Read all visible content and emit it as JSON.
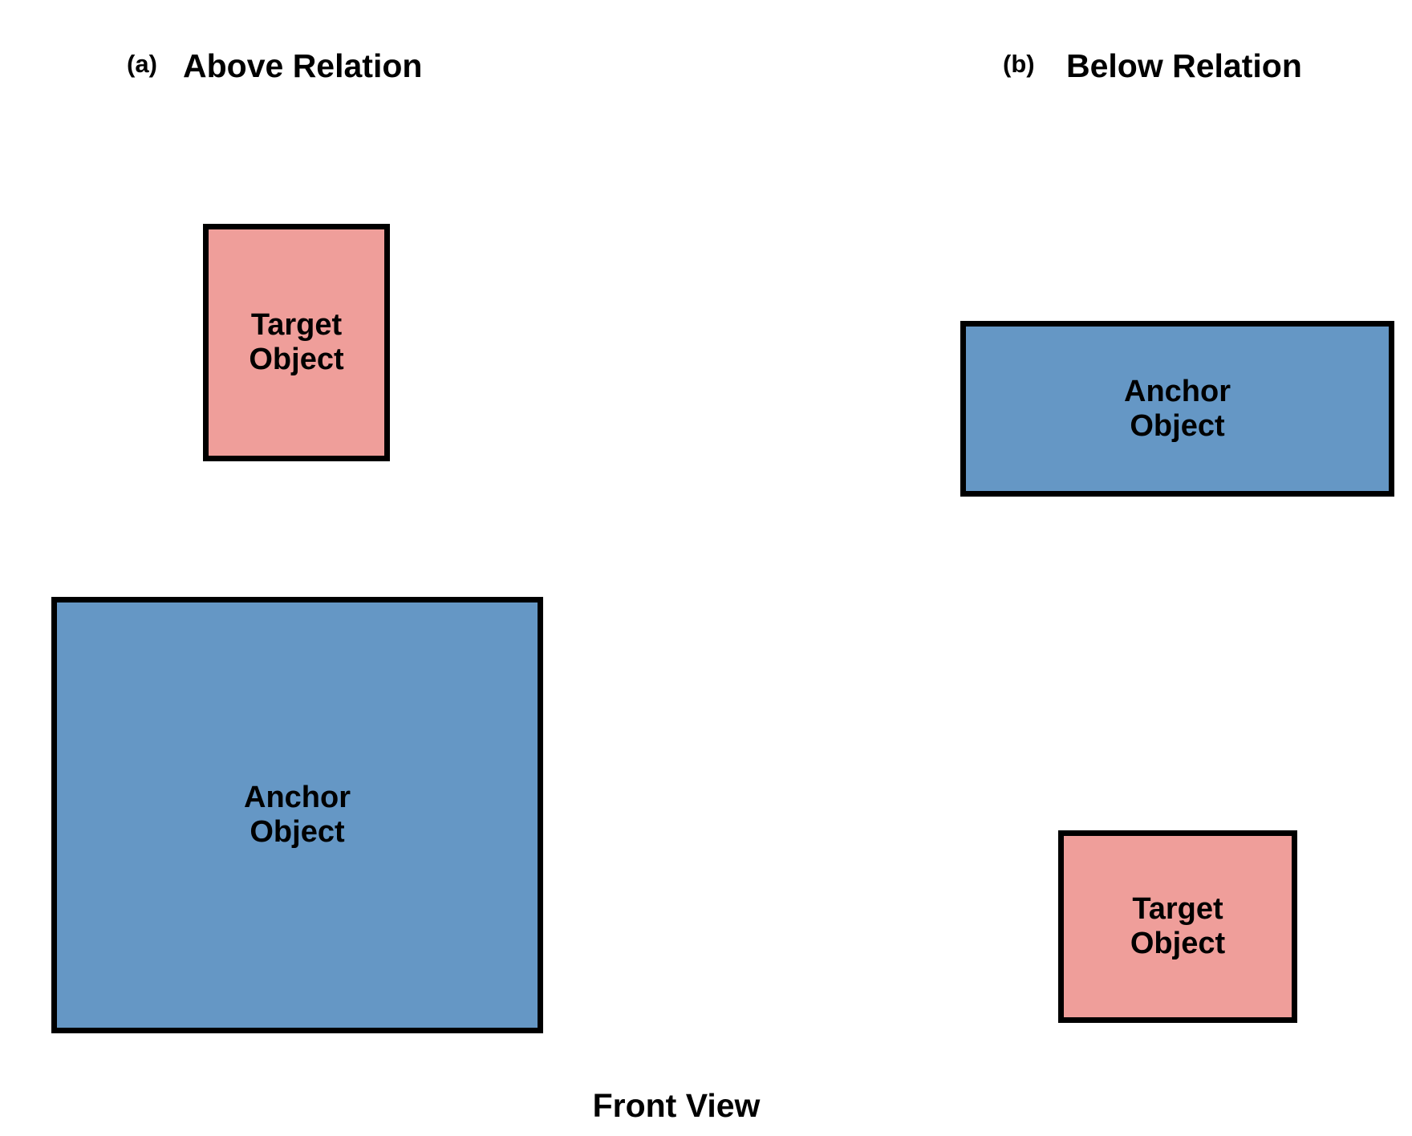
{
  "panels": [
    {
      "tag": "(a)",
      "title": "Above Relation",
      "target": {
        "line1": "Target",
        "line2": "Object"
      },
      "anchor": {
        "line1": "Anchor",
        "line2": "Object"
      }
    },
    {
      "tag": "(b)",
      "title": "Below Relation",
      "anchor": {
        "line1": "Anchor",
        "line2": "Object"
      },
      "target": {
        "line1": "Target",
        "line2": "Object"
      }
    }
  ],
  "footer": "Front View",
  "colors": {
    "target_fill": "#ef9e9a",
    "anchor_fill": "#6597c5",
    "outline": "#000000"
  }
}
